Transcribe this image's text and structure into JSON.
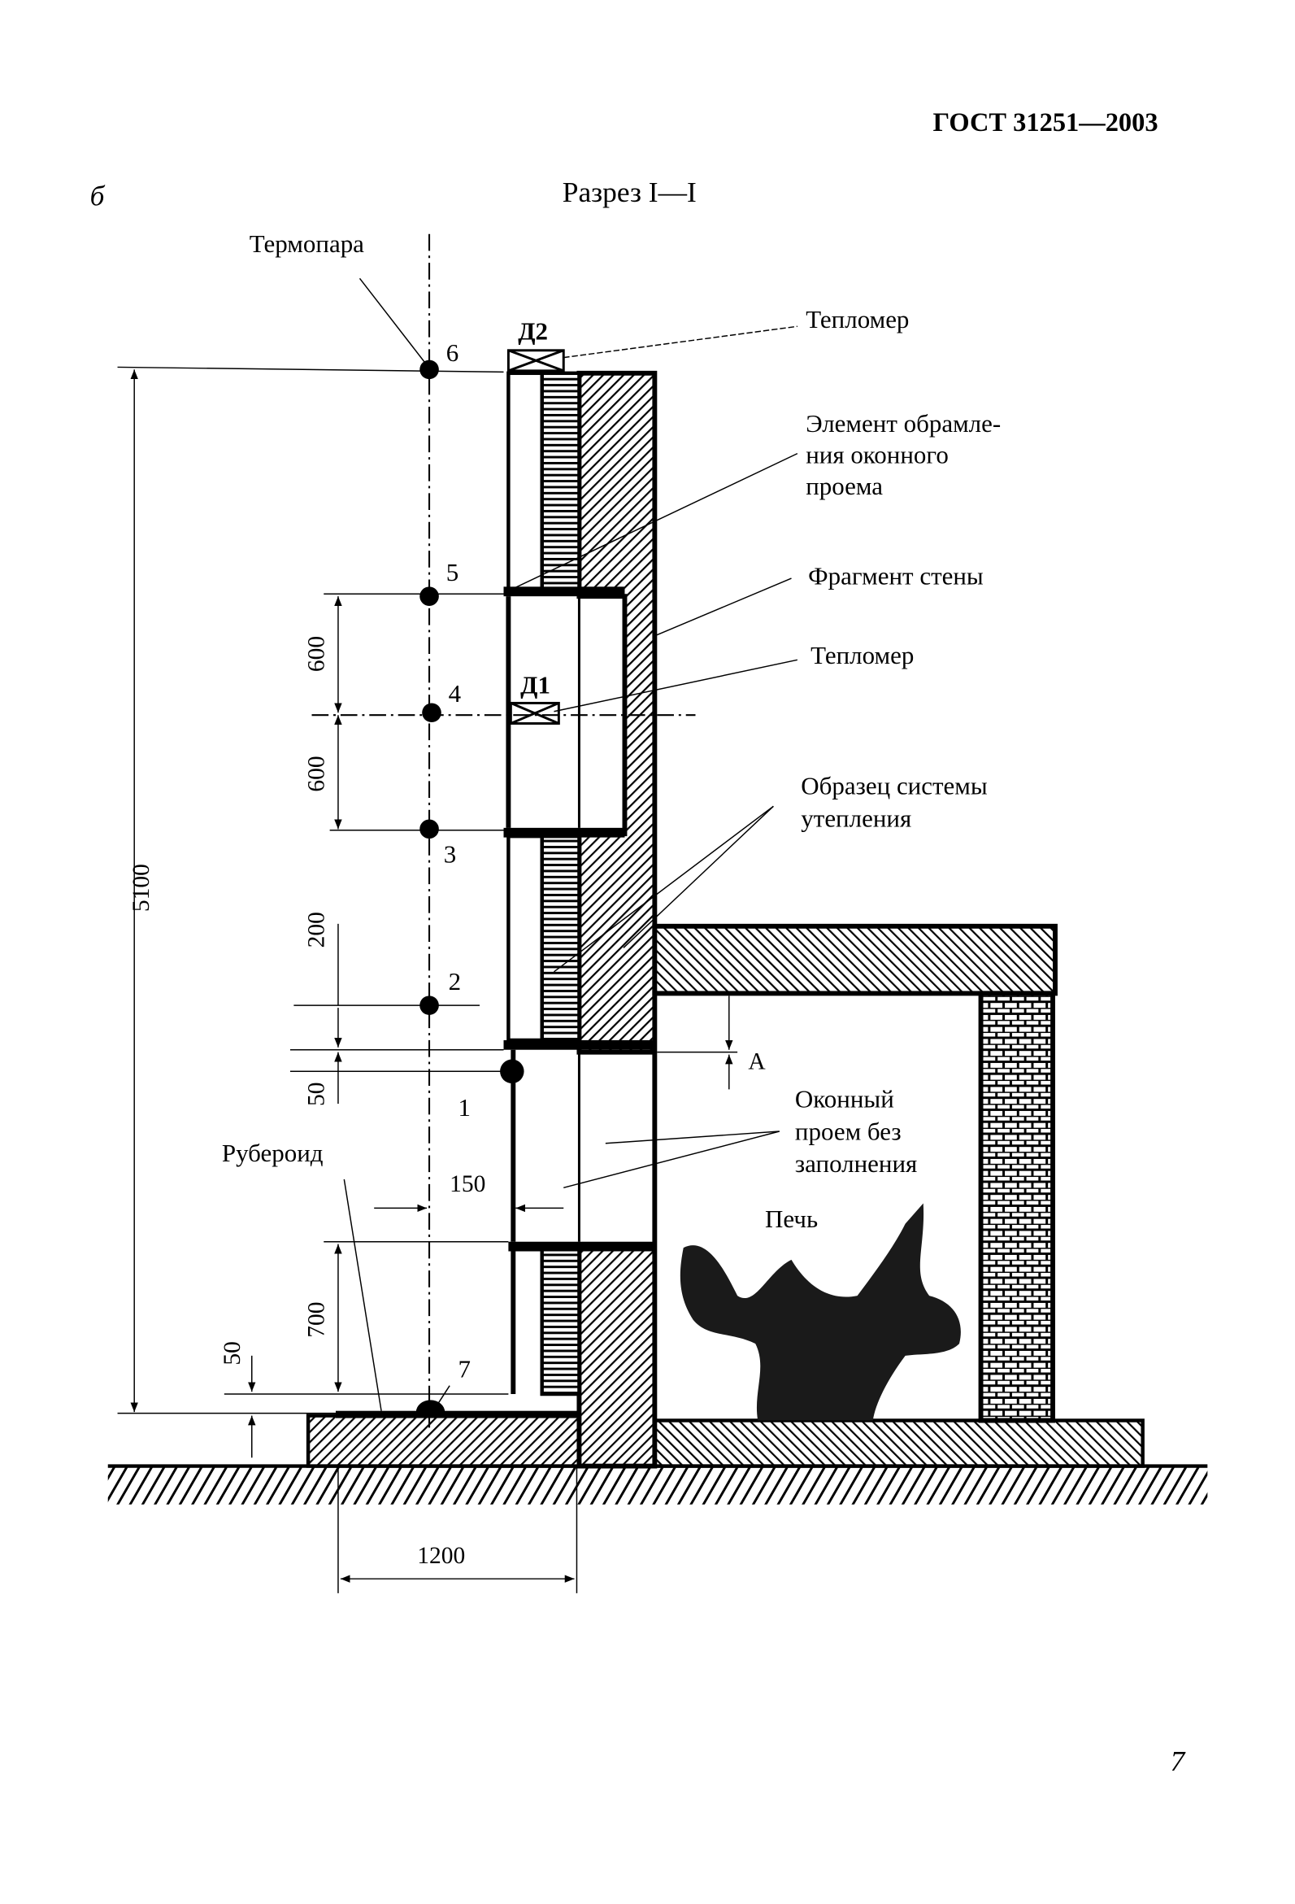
{
  "header": {
    "standard": "ГОСТ 31251—2003",
    "figure_letter": "б",
    "section_title": "Разрез I—I",
    "page_number": "7"
  },
  "labels": {
    "thermocouple": "Термопара",
    "heat_meter_top": "Тепломер",
    "framing_line1": "Элемент обрамле-",
    "framing_line2": "ния оконного",
    "framing_line3": "проема",
    "wall_fragment": "Фрагмент стены",
    "heat_meter_mid": "Тепломер",
    "sample_line1": "Образец системы",
    "sample_line2": "утепления",
    "opening_line1": "Оконный",
    "opening_line2": "проем без",
    "opening_line3": "заполнения",
    "furnace": "Печь",
    "roofing": "Рубероид",
    "d1": "Д1",
    "d2": "Д2",
    "level_a": "А"
  },
  "thermocouple_points": [
    "1",
    "2",
    "3",
    "4",
    "5",
    "6",
    "7"
  ],
  "dimensions": {
    "total_height": "5100",
    "p5_p4": "600",
    "p4_p3": "600",
    "p3_p2": "200",
    "p1_offset": "50",
    "axis_to_wall": "150",
    "lower_window": "700",
    "base_offset": "50",
    "base_width": "1200"
  }
}
